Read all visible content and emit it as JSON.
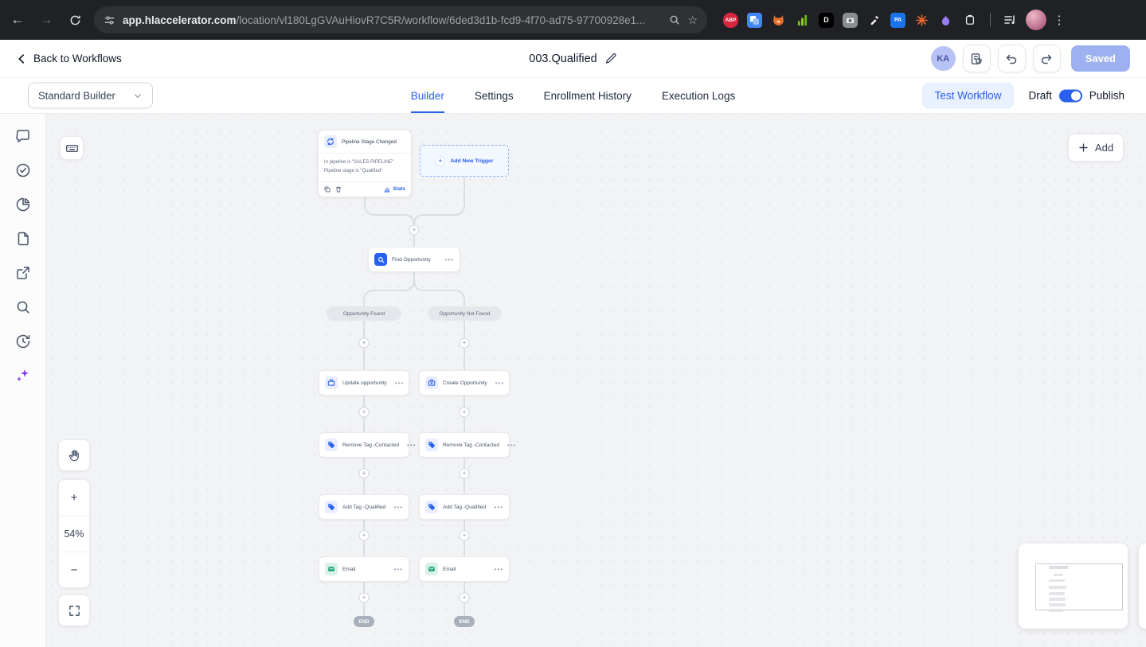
{
  "browser": {
    "url_host": "app.hlaccelerator.com",
    "url_rest": "/location/vl180LgGVAuHiovR7C5R/workflow/6ded3d1b-fcd9-4f70-ad75-97700928e1...",
    "ext_abp": "ABP",
    "ext_d": "D",
    "ext_pa": "PA"
  },
  "header": {
    "back": "Back to Workflows",
    "title": "003.Qualified",
    "avatar": "KA",
    "saved": "Saved"
  },
  "tabs": {
    "builder_mode": "Standard Builder",
    "items": [
      {
        "label": "Builder"
      },
      {
        "label": "Settings"
      },
      {
        "label": "Enrollment History"
      },
      {
        "label": "Execution Logs"
      }
    ],
    "test": "Test Workflow",
    "draft": "Draft",
    "publish": "Publish"
  },
  "canvas": {
    "add": "Add",
    "zoom": "54%",
    "zoom_in": "+",
    "zoom_out": "−",
    "trigger_title": "Pipeline Stage Changed",
    "trigger_line1": "In pipeline is \"SALES PIPELINE\"",
    "trigger_line2": "Pipeline stage is \"Qualified\"",
    "stats": "Stats",
    "add_new_trigger": "Add New Trigger",
    "find": "Find Opportunity",
    "branch_left_label": "Opportunity Found",
    "branch_right_label": "Opportunity Not Found",
    "left_nodes": [
      "Update opportunity",
      "Remove Tag -Contacted",
      "Add Tag -Qualified",
      "Email"
    ],
    "right_nodes": [
      "Create Opportunity",
      "Remove Tag -Contacted",
      "Add Tag -Qualified",
      "Email"
    ],
    "end": "END",
    "accent_color": "#2960ec"
  }
}
